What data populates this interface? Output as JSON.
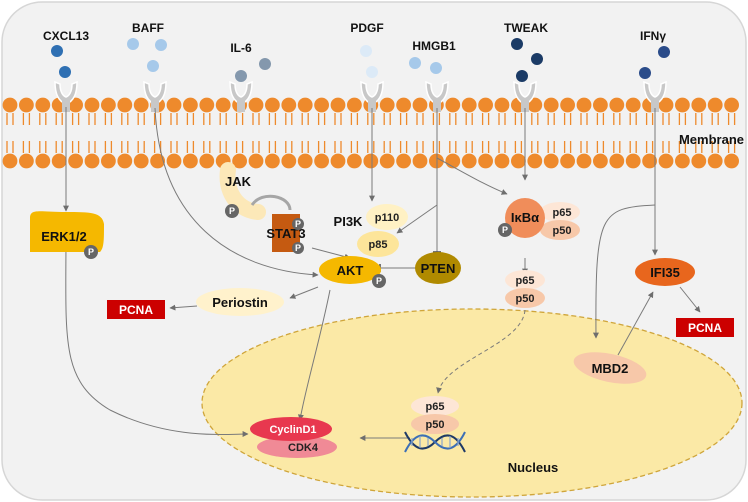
{
  "ligands": {
    "cxcl13": "CXCL13",
    "baff": "BAFF",
    "il6": "IL-6",
    "pdgf": "PDGF",
    "hmgb1": "HMGB1",
    "tweak": "TWEAK",
    "ifng": "IFNγ"
  },
  "labels": {
    "membrane": "Membrane",
    "nucleus": "Nucleus",
    "erk": "ERK1/2",
    "jak": "JAK",
    "stat3": "STAT3",
    "pi3k": "PI3K",
    "p110": "p110",
    "p85": "p85",
    "akt": "AKT",
    "pten": "PTEN",
    "periostin": "Periostin",
    "pcna_left": "PCNA",
    "pcna_right": "PCNA",
    "ikba": "IκBα",
    "p65": "p65",
    "p50": "p50",
    "ifi35": "IFI35",
    "mbd2": "MBD2",
    "cyclind1": "CyclinD1",
    "cdk4": "CDK4",
    "p": "P"
  },
  "colors": {
    "cell_bg": "#f2f2f2",
    "lipid_head": "#ee8a2c",
    "nucleus_fill": "#fbe9a6",
    "akt": "#f5b800",
    "pten": "#b08a00",
    "stat3": "#c55a11",
    "pcna": "#cc0000",
    "ikba": "#f08d5a",
    "cyclin": "#e8384f",
    "cdk4": "#f08a96",
    "arrow": "#777777"
  }
}
